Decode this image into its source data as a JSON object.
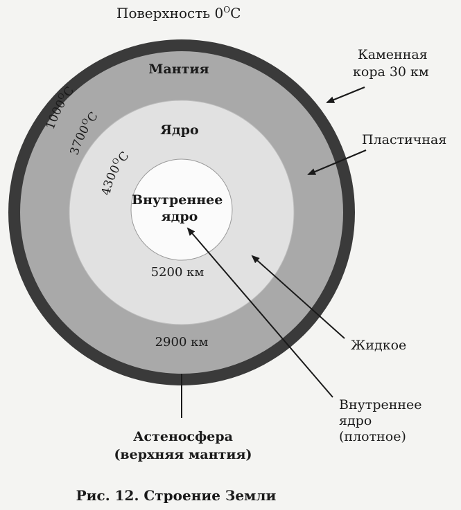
{
  "surface": {
    "label": "Поверхность 0",
    "unit": "C",
    "sup": "O"
  },
  "layers": {
    "crust_color": "#3a3a3a",
    "mantle_color": "#a9a9a9",
    "outer_core_color": "#e1e1e1",
    "inner_core_color": "#fbfbfb",
    "mantle_label": "Мантия",
    "core_label": "Ядро",
    "inner_core_label_line1": "Внутреннее",
    "inner_core_label_line2": "ядро"
  },
  "temperatures": {
    "t1": "1000",
    "t2": "3700",
    "t3": "4300",
    "sup": "O",
    "unit": "C"
  },
  "depths": {
    "d1": "5200 км",
    "d2": "2900 км"
  },
  "callouts": {
    "crust_line1": "Каменная",
    "crust_line2": "кора 30 км",
    "plastic": "Пластичная",
    "liquid": "Жидкое",
    "inner_line1": "Внутреннее",
    "inner_line2": "ядро",
    "inner_line3": "(плотное)",
    "asthenosphere_line1": "Астеносфера",
    "asthenosphere_line2": "(верхняя мантия)"
  },
  "caption": "Рис. 12. Строение Земли"
}
